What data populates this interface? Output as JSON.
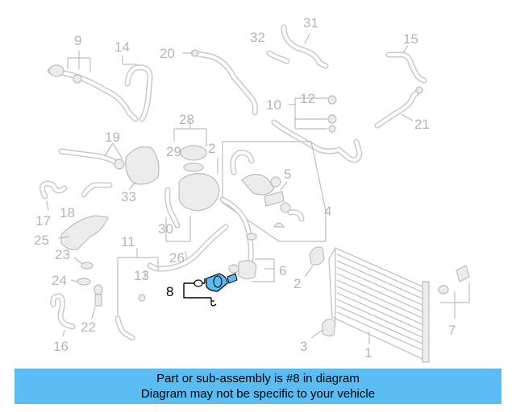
{
  "callouts": {
    "c1": "1",
    "c2a": "2",
    "c2b": "2",
    "c3": "3",
    "c4": "4",
    "c5": "5",
    "c6": "6",
    "c7": "7",
    "c8": "8",
    "c9": "9",
    "c10": "10",
    "c11": "11",
    "c12": "12",
    "c13": "13",
    "c14": "14",
    "c15": "15",
    "c16": "16",
    "c17": "17",
    "c18": "18",
    "c19": "19",
    "c20": "20",
    "c21": "21",
    "c22": "22",
    "c23": "23",
    "c24": "24",
    "c25": "25",
    "c26": "26",
    "c28": "28",
    "c29": "29",
    "c30": "30",
    "c31": "31",
    "c32": "32",
    "c33": "33"
  },
  "highlight": {
    "part": "8",
    "color": "#5bbcf3"
  },
  "caption": {
    "line1": "Part or sub-assembly is #8 in diagram",
    "line2": "Diagram may not be specific to your vehicle",
    "background": "#5bbcf3"
  }
}
